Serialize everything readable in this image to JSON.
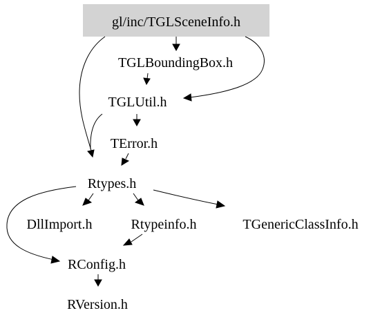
{
  "diagram": {
    "root_label": "gl/inc/TGLSceneInfo.h",
    "root_fill": "#d3d3d3",
    "nodes": {
      "tglboundingbox": "TGLBoundingBox.h",
      "tglutil": "TGLUtil.h",
      "terror": "TError.h",
      "rtypes": "Rtypes.h",
      "dllimport": "DllImport.h",
      "rtypeinfo": "Rtypeinfo.h",
      "tgenericclassinfo": "TGenericClassInfo.h",
      "rconfig": "RConfig.h",
      "rversion": "RVersion.h"
    },
    "edge_color": "#000000",
    "edges": [
      {
        "from": "gl/inc/TGLSceneInfo.h",
        "to": "TGLBoundingBox.h"
      },
      {
        "from": "gl/inc/TGLSceneInfo.h",
        "to": "TGLUtil.h"
      },
      {
        "from": "gl/inc/TGLSceneInfo.h",
        "to": "Rtypes.h"
      },
      {
        "from": "TGLBoundingBox.h",
        "to": "TGLUtil.h"
      },
      {
        "from": "TGLUtil.h",
        "to": "TError.h"
      },
      {
        "from": "TGLUtil.h",
        "to": "Rtypes.h"
      },
      {
        "from": "TError.h",
        "to": "Rtypes.h"
      },
      {
        "from": "Rtypes.h",
        "to": "DllImport.h"
      },
      {
        "from": "Rtypes.h",
        "to": "Rtypeinfo.h"
      },
      {
        "from": "Rtypes.h",
        "to": "TGenericClassInfo.h"
      },
      {
        "from": "Rtypes.h",
        "to": "RConfig.h"
      },
      {
        "from": "Rtypeinfo.h",
        "to": "RConfig.h"
      },
      {
        "from": "RConfig.h",
        "to": "RVersion.h"
      }
    ]
  }
}
